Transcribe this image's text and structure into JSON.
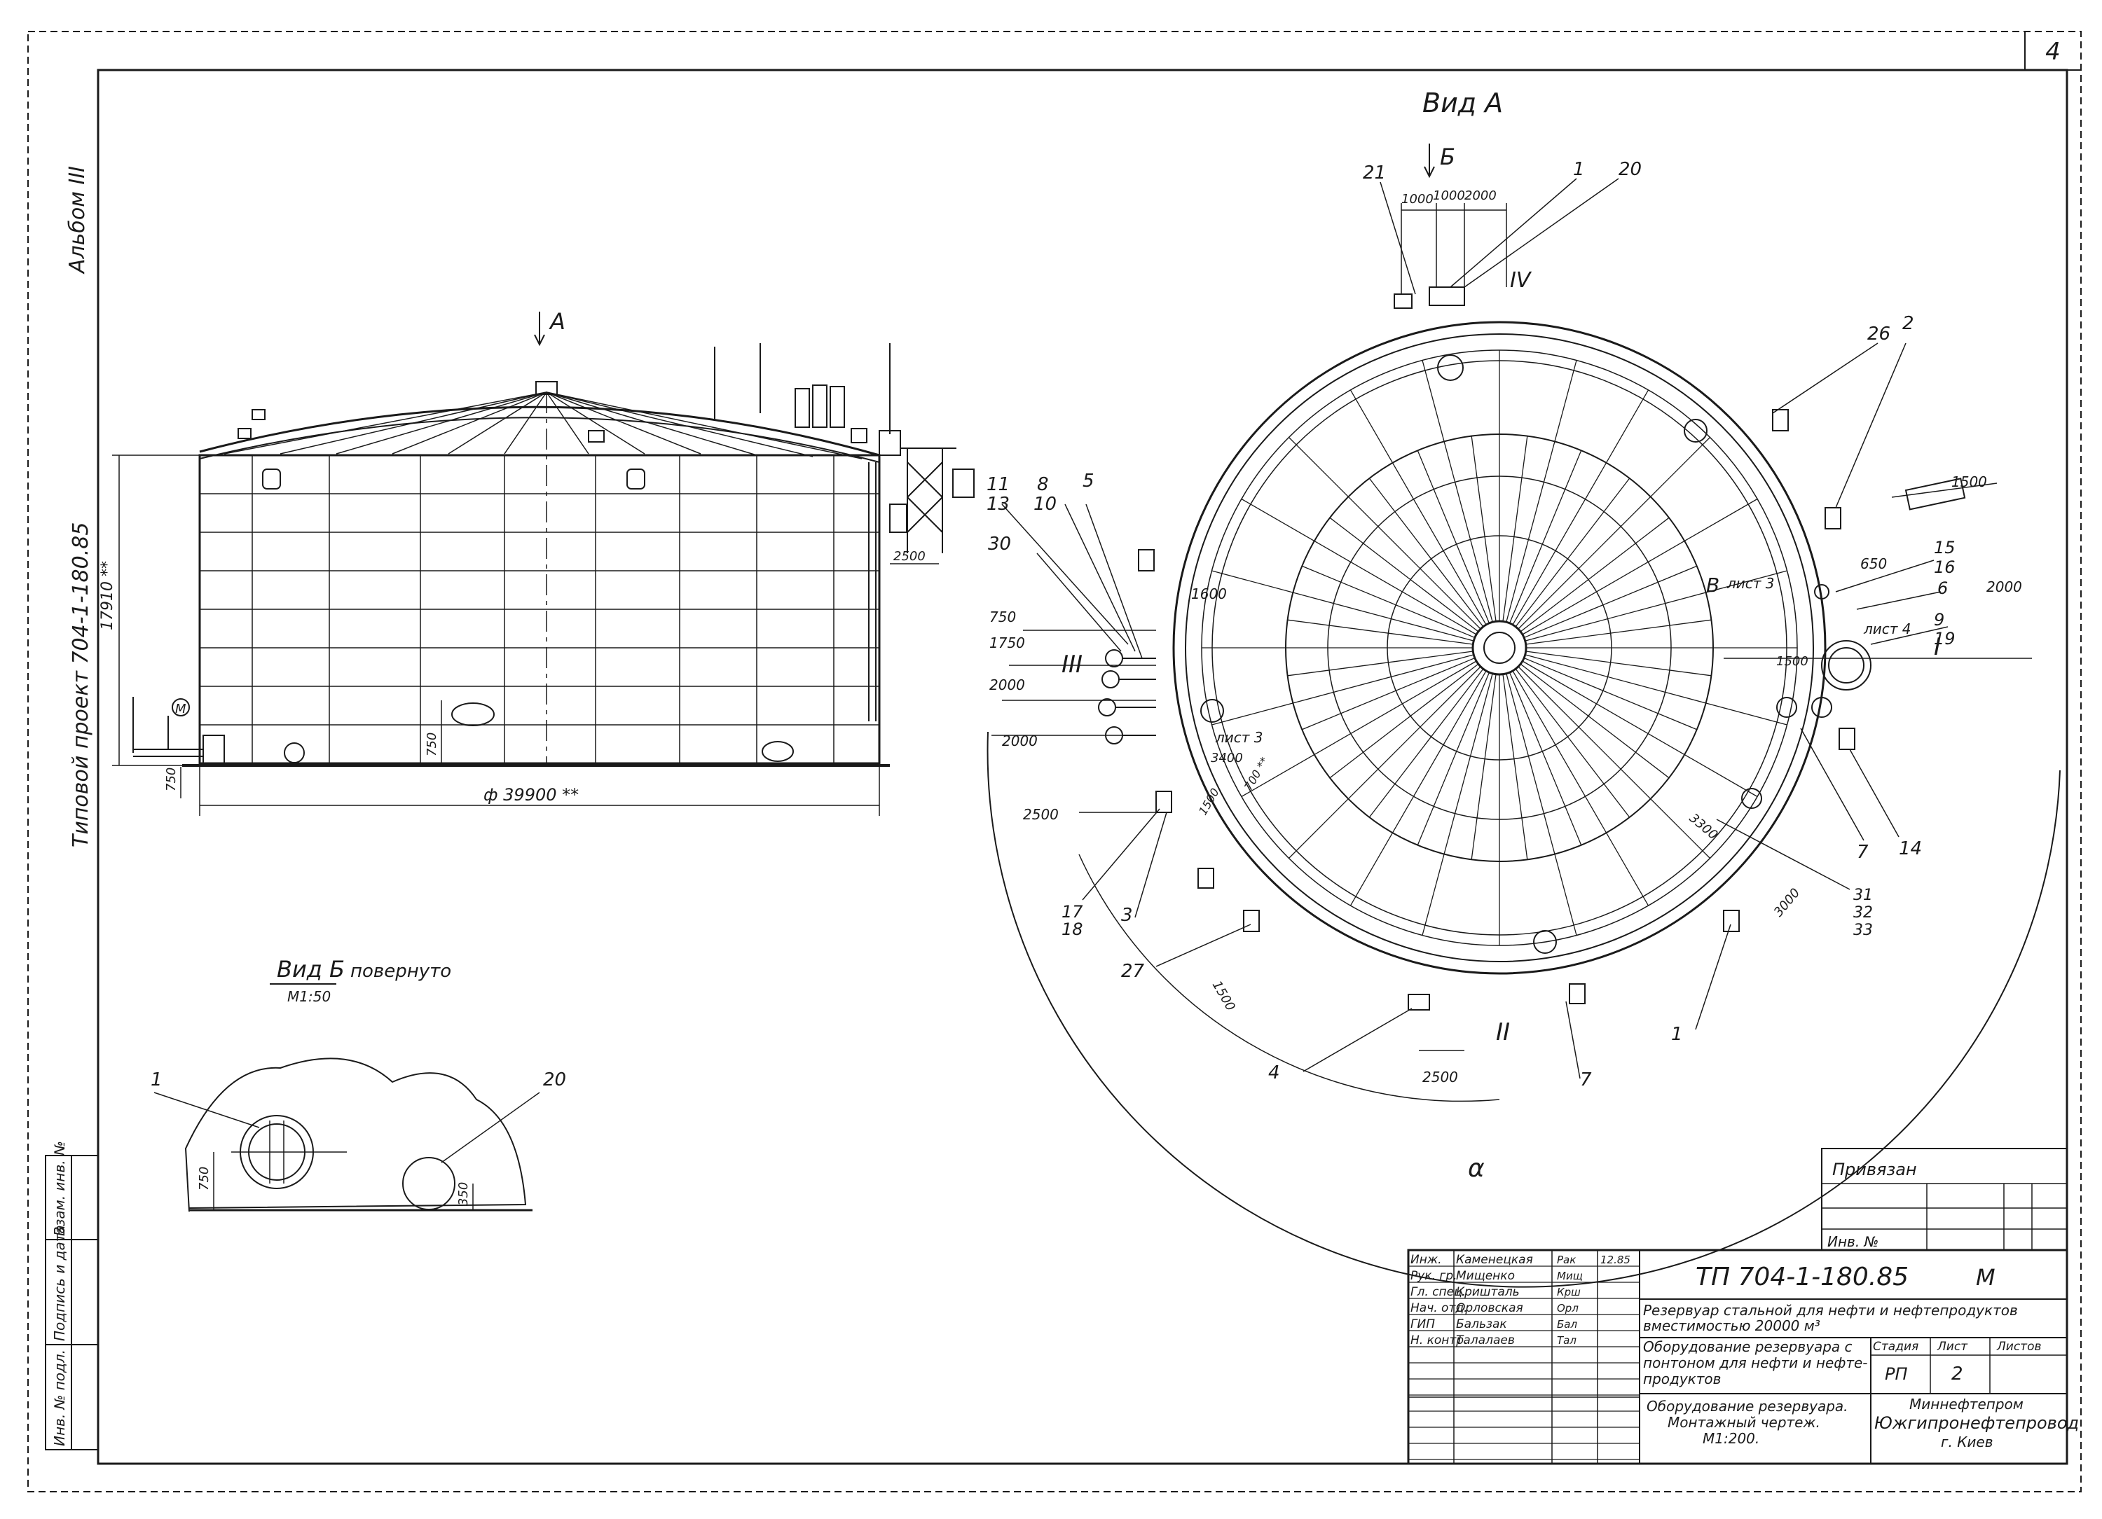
{
  "sheet_number": "4",
  "album": "Альбом III",
  "side_label": "Типовой проект 704-1-180.85",
  "side_dims": {
    "height": "17910 **",
    "diameter": "ф 39900 **"
  },
  "elevation": {
    "view_arrow": "А",
    "dims": [
      "750",
      "750",
      "2500"
    ],
    "markers": [
      "М"
    ]
  },
  "view_a": {
    "title": "Вид А",
    "cut_b": "Б",
    "roman": [
      "I",
      "II",
      "III",
      "IV"
    ],
    "sheet_refs": [
      "лист 3",
      "лист 3",
      "лист 4"
    ],
    "point_b": "В",
    "dims": [
      "1000",
      "1000",
      "2000",
      "1500",
      "650",
      "2000",
      "1500",
      "1600",
      "750",
      "1750",
      "2000",
      "2000",
      "2500",
      "1500",
      "2500",
      "3400",
      "1500",
      "700 **",
      "3000",
      "3300"
    ],
    "leaders": [
      "21",
      "1",
      "20",
      "26",
      "2",
      "11",
      "13",
      "8",
      "10",
      "5",
      "30",
      "15",
      "16",
      "6",
      "9",
      "19",
      "17",
      "18",
      "3",
      "27",
      "4",
      "7",
      "7",
      "14",
      "31",
      "32",
      "33",
      "1"
    ],
    "alpha": "α"
  },
  "view_b": {
    "title": "Вид Б",
    "note": "повернуто",
    "scale": "М1:50",
    "labels": [
      "1",
      "20"
    ],
    "dims": [
      "750",
      "350"
    ]
  },
  "side_stamp": [
    "Инв. № подл.",
    "Подпись и дата",
    "Взам. инв. №"
  ],
  "binding": {
    "label": "Привязан",
    "inv": "Инв. №"
  },
  "title_block": {
    "code": "ТП 704-1-180.85",
    "mark": "М",
    "roles": [
      {
        "role": "Инж.",
        "name": "Каменецкая",
        "sig": "Рак",
        "date": "12.85"
      },
      {
        "role": "Рук. гр.",
        "name": "Мищенко",
        "sig": "Мищ",
        "date": ""
      },
      {
        "role": "Гл. спец.",
        "name": "Кришталь",
        "sig": "Крш",
        "date": ""
      },
      {
        "role": "Нач. отд.",
        "name": "Орловская",
        "sig": "Орл",
        "date": ""
      },
      {
        "role": "ГИП",
        "name": "Бальзак",
        "sig": "Бал",
        "date": ""
      },
      {
        "role": "Н. контр.",
        "name": "Талалаев",
        "sig": "Тал",
        "date": ""
      }
    ],
    "project_name": [
      "Резервуар стальной для нефти и нефтепродуктов",
      "вместимостью 20000 м³"
    ],
    "section_name": [
      "Оборудование резервуара с",
      "понтоном для нефти и нефте-",
      "продуктов"
    ],
    "drawing_name": [
      "Оборудование резервуара.",
      "Монтажный чертеж.",
      "М1:200."
    ],
    "stage_head": "Стадия",
    "sheet_head": "Лист",
    "sheets_head": "Листов",
    "stage": "РП",
    "sheet": "2",
    "sheets": "",
    "org": [
      "Миннефтепром",
      "Южгипронефтепровод",
      "г. Киев"
    ]
  }
}
